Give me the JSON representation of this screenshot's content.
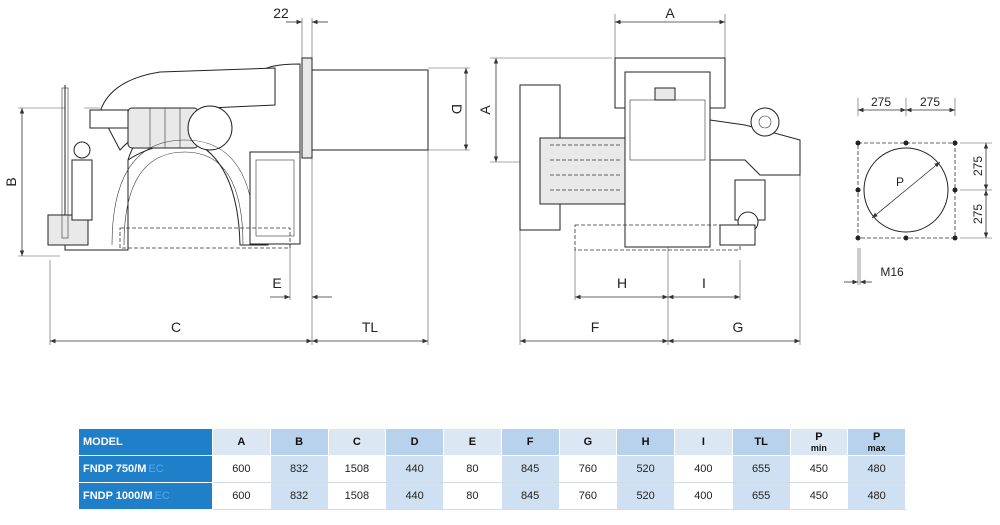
{
  "drawing_labels": {
    "d22": "22",
    "A_top": "A",
    "B": "B",
    "D": "D",
    "A_side": "A",
    "E": "E",
    "C": "C",
    "TL": "TL",
    "H": "H",
    "I": "I",
    "F": "F",
    "G": "G",
    "flange_275_left": "275",
    "flange_275_right": "275",
    "flange_275_upper": "275",
    "flange_275_lower": "275",
    "P": "P",
    "M16": "M16"
  },
  "table": {
    "header": {
      "model": "MODEL",
      "cols": [
        "A",
        "B",
        "C",
        "D",
        "E",
        "F",
        "G",
        "H",
        "I",
        "TL"
      ],
      "pmin": {
        "label": "P",
        "sub": "min"
      },
      "pmax": {
        "label": "P",
        "sub": "max"
      }
    },
    "rows": [
      {
        "model": "FNDP 750/M",
        "suffix": "EC",
        "values": [
          "600",
          "832",
          "1508",
          "440",
          "80",
          "845",
          "760",
          "520",
          "400",
          "655",
          "450",
          "480"
        ]
      },
      {
        "model": "FNDP 1000/M",
        "suffix": "EC",
        "values": [
          "600",
          "832",
          "1508",
          "440",
          "80",
          "845",
          "760",
          "520",
          "400",
          "655",
          "450",
          "480"
        ]
      }
    ]
  }
}
